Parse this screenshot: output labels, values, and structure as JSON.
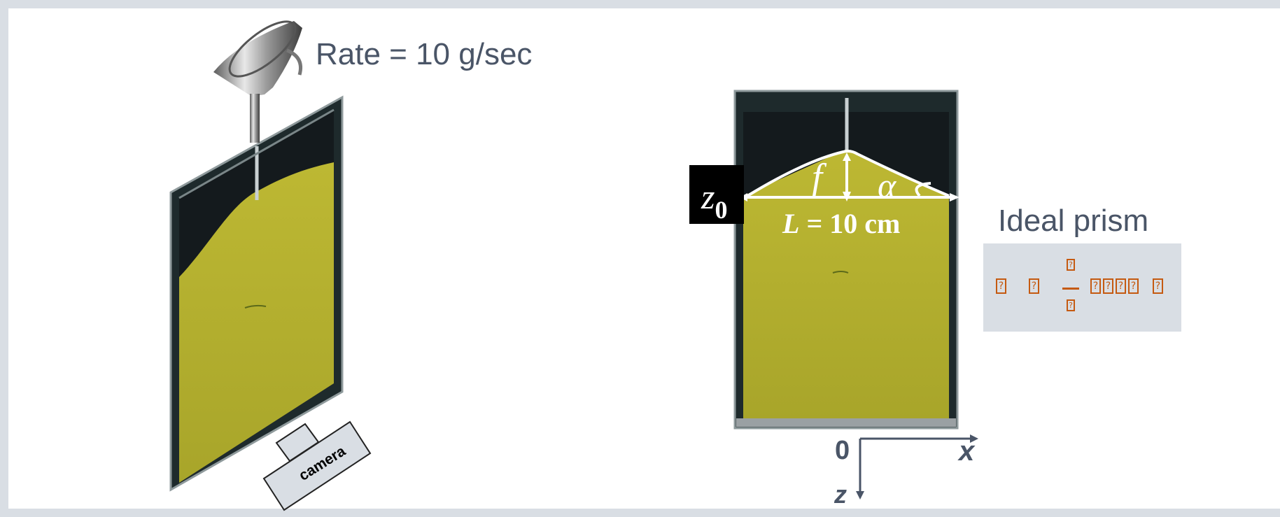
{
  "left_setup": {
    "rate_label": "Rate = 10 g/sec",
    "camera_label": "camera",
    "icons": [
      "funnel-icon",
      "camera-icon"
    ]
  },
  "right_setup": {
    "z0_label": "z",
    "z0_subscript": "0",
    "f_label": "f",
    "alpha_label": "α",
    "length_var": "L",
    "length_rest": " = 10 cm",
    "axes": {
      "origin": "0",
      "x": "x",
      "z": "z"
    }
  },
  "ideal_prism": {
    "title": "Ideal prism",
    "formula_glyphs": [
      "?",
      "?",
      "?",
      "?",
      "?",
      "?",
      "?",
      "?",
      "?"
    ]
  },
  "colors": {
    "sand": "#b8b52a",
    "text_gray": "#4a5567",
    "formula_orange": "#c55a11",
    "panel_gray": "#d9dee4"
  }
}
